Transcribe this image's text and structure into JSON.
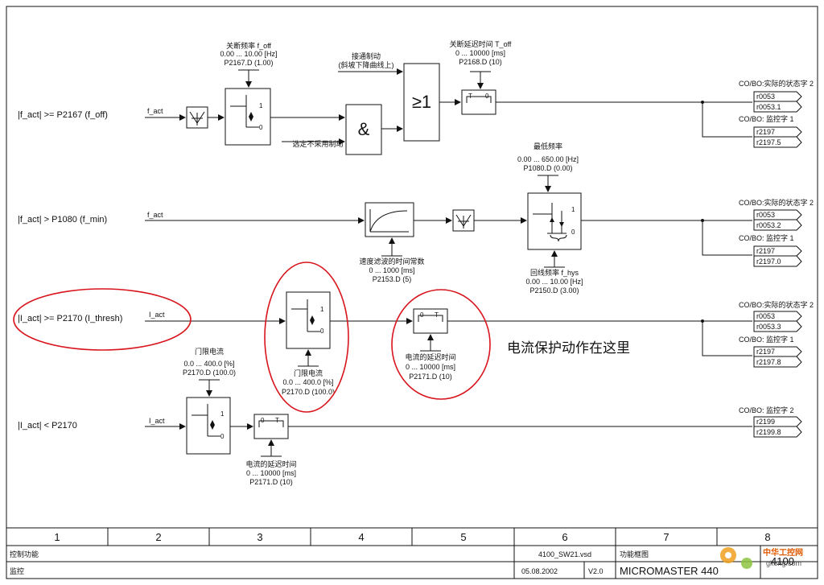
{
  "rows": [
    {
      "signal_label": "|f_act| >= P2167 (f_off)",
      "input": "f_act",
      "threshold": {
        "title": "关断频率 f_off",
        "range": "0.00 ... 10.00 [Hz]",
        "param": "P2167.D (1.00)"
      },
      "and_input_top_line1": "接通制动",
      "and_input_top_line2": "(斜坡下降曲线上)",
      "and_input_bottom": "选定不采用制动",
      "and_symbol": "&",
      "or_symbol": "≥1",
      "delay": {
        "title": "关断延迟时间 T_off",
        "range": "0 ... 10000 [ms]",
        "param": "P2168.D (10)",
        "t": "T",
        "c": "0"
      },
      "outputs": [
        {
          "title": "CO/BO:实际的状态字 2",
          "l1": "r0053",
          "l2": "r0053.1"
        },
        {
          "title": "CO/BO: 监控字 1",
          "l1": "r2197",
          "l2": "r2197.5"
        }
      ]
    },
    {
      "signal_label": "|f_act| > P1080 (f_min)",
      "input": "f_act",
      "filter": {
        "title": "速度滤波的时间常数",
        "range": "0 ... 1000 [ms]",
        "param": "P2153.D (5)"
      },
      "threshold": {
        "title": "最低频率",
        "range": "0.00 ... 650.00 [Hz]",
        "param": "P1080.D (0.00)"
      },
      "hysteresis": {
        "title": "回线频率 f_hys",
        "range": "0.00 ... 10.00 [Hz]",
        "param": "P2150.D (3.00)"
      },
      "outputs": [
        {
          "title": "CO/BO:实际的状态字 2",
          "l1": "r0053",
          "l2": "r0053.2"
        },
        {
          "title": "CO/BO: 监控字 1",
          "l1": "r2197",
          "l2": "r2197.0"
        }
      ]
    },
    {
      "signal_label": "|I_act| >= P2170 (I_thresh)",
      "input": "I_act",
      "threshold": {
        "title": "门限电流",
        "range": "0.0 ... 400.0 [%]",
        "param": "P2170.D (100.0)"
      },
      "delay": {
        "title": "电流的延迟时间",
        "range": "0 ... 10000 [ms]",
        "param": "P2171.D (10)",
        "t": "T",
        "c": "0"
      },
      "note": "电流保护动作在这里",
      "outputs": [
        {
          "title": "CO/BO:实际的状态字 2",
          "l1": "r0053",
          "l2": "r0053.3"
        },
        {
          "title": "CO/BO: 监控字 1",
          "l1": "r2197",
          "l2": "r2197.8"
        }
      ]
    },
    {
      "signal_label": "|I_act| < P2170",
      "input": "I_act",
      "threshold": {
        "title": "门限电流",
        "range": "0.0 ... 400.0 [%]",
        "param": "P2170.D (100.0)"
      },
      "delay": {
        "title": "电流的延迟时间",
        "range": "0 ... 10000 [ms]",
        "param": "P2171.D (10)",
        "t": "T",
        "c": "0"
      },
      "outputs": [
        {
          "title": "CO/BO: 监控字 2",
          "l1": "r2199",
          "l2": "r2199.8"
        }
      ]
    }
  ],
  "comparator_levels": {
    "high": "1",
    "low": "0"
  },
  "footer": {
    "columns": [
      "1",
      "2",
      "3",
      "4",
      "5",
      "6",
      "7",
      "8"
    ],
    "function_label": "控制功能",
    "section_label": "监控",
    "file": "4100_SW21.vsd",
    "date": "05.08.2002",
    "version": "V2.0",
    "diagram_label": "功能框图",
    "product": "MICROMASTER 440",
    "page": "4100",
    "watermark_line1": "中华工控网",
    "watermark_line2": "gkong.com"
  }
}
